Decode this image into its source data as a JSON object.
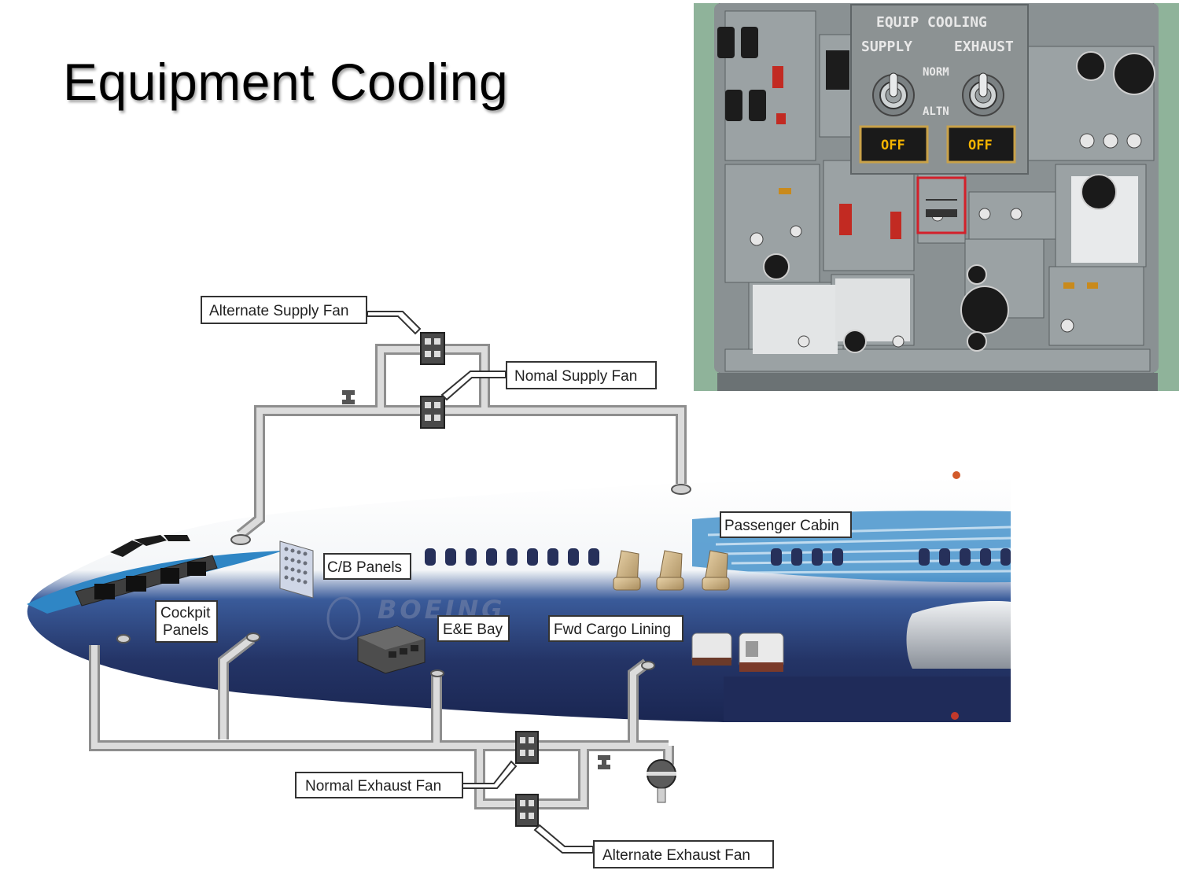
{
  "title": "Equipment Cooling",
  "labels": {
    "alternate_supply_fan": "Alternate Supply Fan",
    "normal_supply_fan": "Nomal Supply Fan",
    "passenger_cabin": "Passenger Cabin",
    "cb_panels": "C/B Panels",
    "cockpit_panels_line1": "Cockpit",
    "cockpit_panels_line2": "Panels",
    "ee_bay": "E&E Bay",
    "fwd_cargo_lining": "Fwd Cargo Lining",
    "normal_exhaust_fan": "Normal Exhaust Fan",
    "alternate_exhaust_fan": "Alternate Exhaust Fan",
    "fuselage_logo": "BOEING"
  },
  "panel": {
    "heading": "EQUIP COOLING",
    "supply": "SUPPLY",
    "exhaust": "EXHAUST",
    "norm": "NORM",
    "altn": "ALTN",
    "supply_light": "OFF",
    "exhaust_light": "OFF"
  },
  "colors": {
    "duct": "#b8b8b8",
    "fuselage_dark": "#2b3a6b",
    "fuselage_blue": "#2f86c5",
    "panel_gray": "#8f9596",
    "highlight": "#d3202a",
    "warning_amber": "#f4b400"
  }
}
